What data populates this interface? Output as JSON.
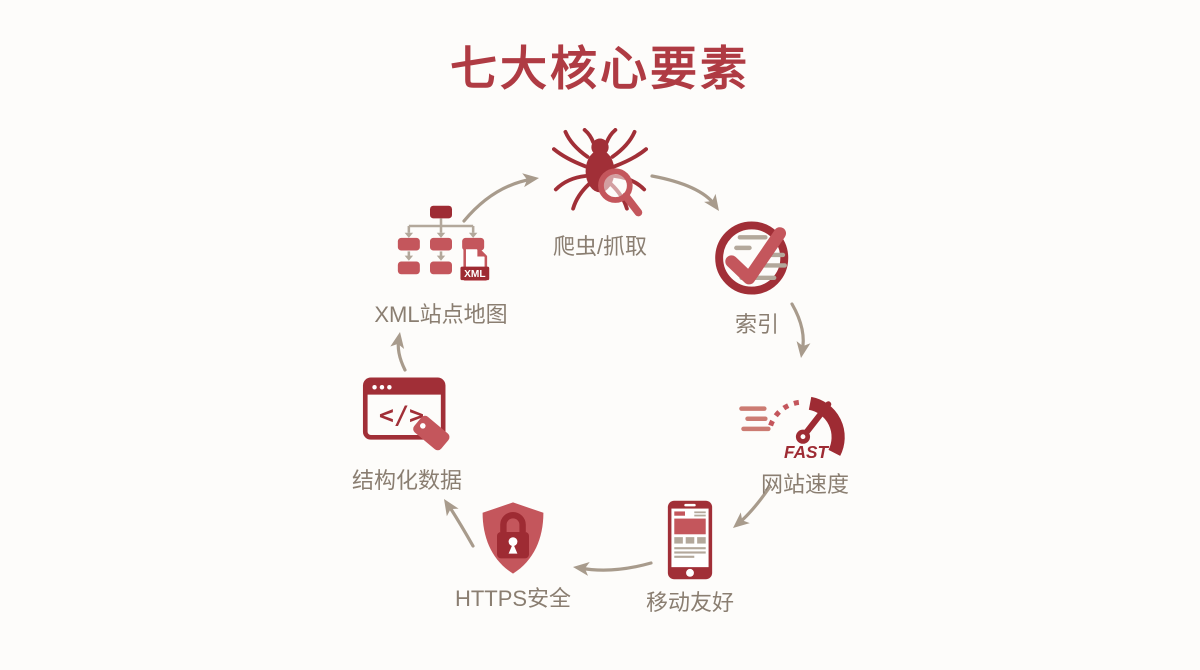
{
  "title": "七大核心要素",
  "colors": {
    "title_red": "#AF3B43",
    "icon_dark_red": "#A12F37",
    "icon_light_red": "#C4565C",
    "label_gray": "#8A7E71",
    "arrow_tan": "#A89B8C",
    "background": "#FDFCFA"
  },
  "nodes": [
    {
      "id": "crawler",
      "label": "爬虫/抓取"
    },
    {
      "id": "index",
      "label": "索引"
    },
    {
      "id": "speed",
      "label": "网站速度",
      "icon_text": "FAST"
    },
    {
      "id": "mobile",
      "label": "移动友好"
    },
    {
      "id": "https",
      "label": "HTTPS安全"
    },
    {
      "id": "structured",
      "label": "结构化数据",
      "icon_text": "</>"
    },
    {
      "id": "sitemap",
      "label": "XML站点地图",
      "icon_text": "XML"
    }
  ]
}
